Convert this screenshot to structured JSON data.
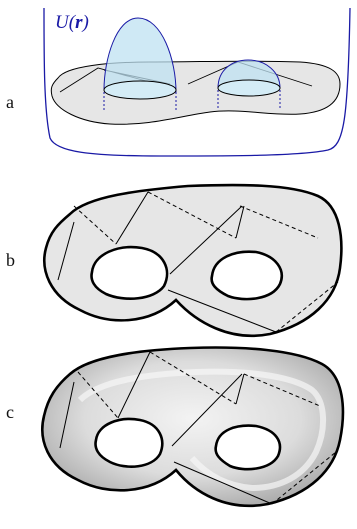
{
  "panels": [
    {
      "label": "a"
    },
    {
      "label": "b"
    },
    {
      "label": "c"
    }
  ],
  "potential_label": {
    "prefix": "U(",
    "vector": "r",
    "suffix": ")"
  },
  "colors": {
    "potential_curve": "#1a1aa6",
    "well_fill": "#bfe2f2",
    "surface_fill": "#e6e6e6",
    "outline": "#000000"
  }
}
